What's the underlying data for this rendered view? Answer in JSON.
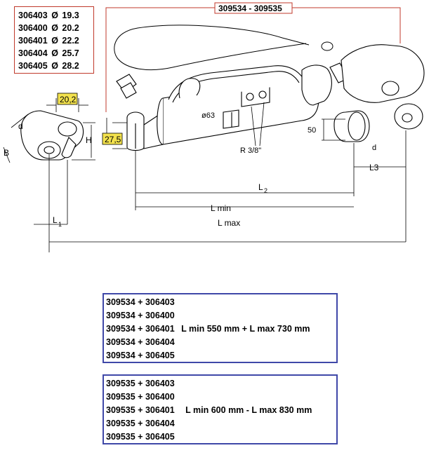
{
  "legend": {
    "diameter_symbol": "Ø",
    "rows": [
      {
        "code": "306403",
        "diameter": "19.3"
      },
      {
        "code": "306400",
        "diameter": "20.2"
      },
      {
        "code": "306401",
        "diameter": "22.2"
      },
      {
        "code": "306404",
        "diameter": "25.7"
      },
      {
        "code": "306405",
        "diameter": "28.2"
      }
    ]
  },
  "drawing": {
    "header_label": "309534 - 309535",
    "dim_hole_width": "20,2",
    "dim_ball_width": "27,5",
    "label_d_left": "d",
    "label_b": "B",
    "label_h": "H",
    "label_l1": "L",
    "label_l1_sub": "1",
    "label_bore": "ø63",
    "label_thread": "R 3/8\"",
    "label_50": "50",
    "label_d_right": "d",
    "label_l2": "L",
    "label_l2_sub": "2",
    "label_l3": "L3",
    "label_lmin": "L min",
    "label_lmax": "L max"
  },
  "combos": [
    {
      "rows": [
        "309534 + 306403",
        "309534 + 306400",
        "309534 + 306401",
        "309534 + 306404",
        "309534 + 306405"
      ],
      "note": "L min 550 mm + L max 730 mm",
      "note_row": 2
    },
    {
      "rows": [
        "309535 + 306403",
        "309535 + 306400",
        "309535 + 306401",
        "309535 + 306404",
        "309535 + 306405"
      ],
      "note": "L min 600 mm - L max 830 mm",
      "note_row": 2
    }
  ],
  "colors": {
    "legend_border": "#c0392b",
    "combo_border": "#3f48a8",
    "dimension_highlight": "#f3e24d"
  }
}
